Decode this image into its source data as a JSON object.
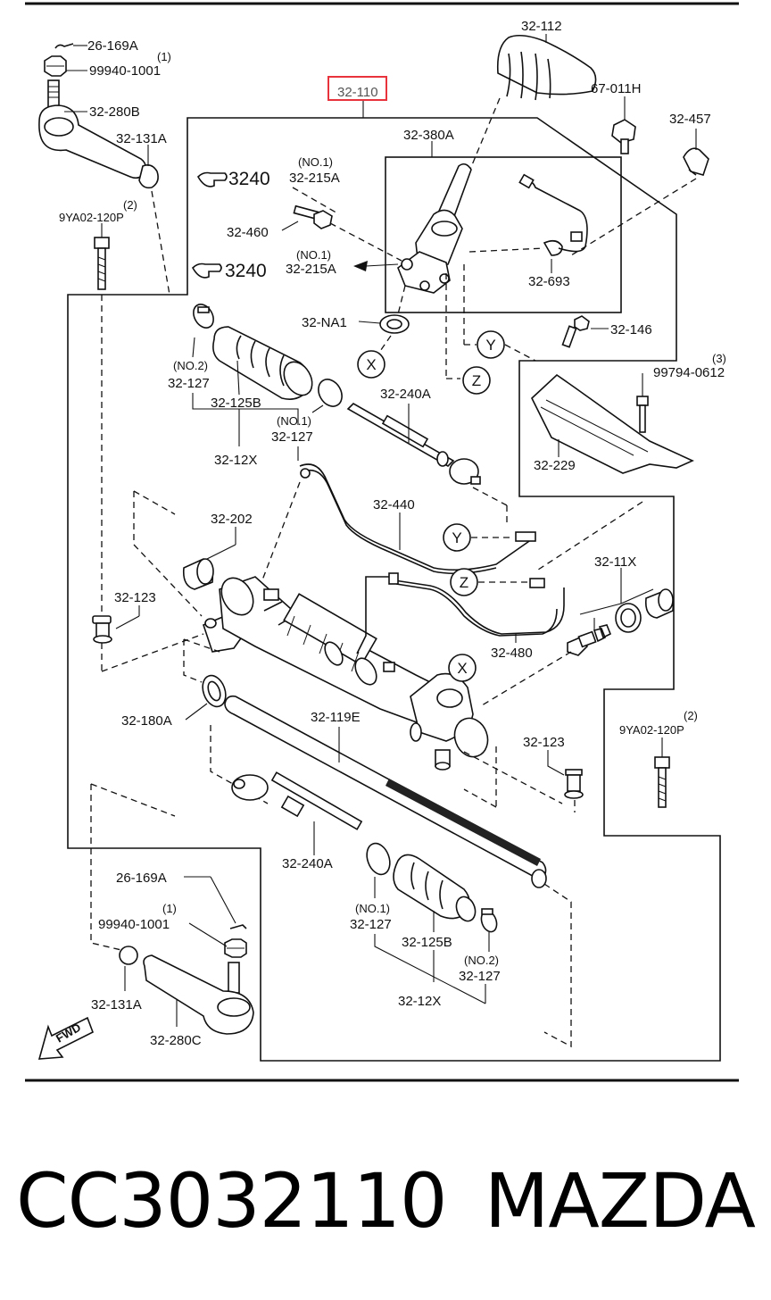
{
  "labels": {
    "l_26_169a_top": "26-169A",
    "l_no1_top": "(1)",
    "l_99940_top": "99940-1001",
    "l_32_280b": "32-280B",
    "l_32_131a_top": "32-131A",
    "l_no2_bolt": "(2)",
    "l_9ya02_top": "9YA02-120P",
    "l_32_110": "32-110",
    "l_32_112": "32-112",
    "l_67_011h": "67-011H",
    "l_32_457": "32-457",
    "l_32_380a": "32-380A",
    "l_no1_a": "(NO.1)",
    "l_3240_a": "3240",
    "l_32_215a_a": "32-215A",
    "l_32_460": "32-460",
    "l_no1_b": "(NO.1)",
    "l_3240_b": "3240",
    "l_32_215a_b": "32-215A",
    "l_32_693": "32-693",
    "l_32_na1": "32-NA1",
    "l_32_146": "32-146",
    "l_no3": "(3)",
    "l_99794": "99794-0612",
    "l_no2_127a": "(NO.2)",
    "l_32_127_a": "32-127",
    "l_32_125b_top": "32-125B",
    "l_no1_127b": "(NO.1)",
    "l_32_127_b": "32-127",
    "l_32_240a_top": "32-240A",
    "l_32_12x_top": "32-12X",
    "l_32_229": "32-229",
    "l_32_202": "32-202",
    "l_32_440": "32-440",
    "l_32_11x": "32-11X",
    "l_32_123_l": "32-123",
    "l_32_480": "32-480",
    "l_32_180a": "32-180A",
    "l_32_119e": "32-119E",
    "l_32_123_r": "32-123",
    "l_no2_bolt_r": "(2)",
    "l_9ya02_r": "9YA02-120P",
    "l_32_240a_bot": "32-240A",
    "l_26_169a_bot": "26-169A",
    "l_no1_bot": "(1)",
    "l_99940_bot": "99940-1001",
    "l_no1_127c": "(NO.1)",
    "l_32_127_c": "32-127",
    "l_32_125b_bot": "32-125B",
    "l_no2_127d": "(NO.2)",
    "l_32_127_d": "32-127",
    "l_32_12x_bot": "32-12X",
    "l_32_131a_bot": "32-131A",
    "l_32_280c": "32-280C",
    "l_fwd": "FWD"
  },
  "callouts": {
    "x_top": "X",
    "y_top": "Y",
    "z_top": "Z",
    "y_mid": "Y",
    "z_mid": "Z",
    "x_mid": "X"
  },
  "caption": {
    "part_number": "CC3032110",
    "brand": "MAZDA"
  },
  "colors": {
    "highlight_box": "#e8323c",
    "line": "#111111"
  }
}
